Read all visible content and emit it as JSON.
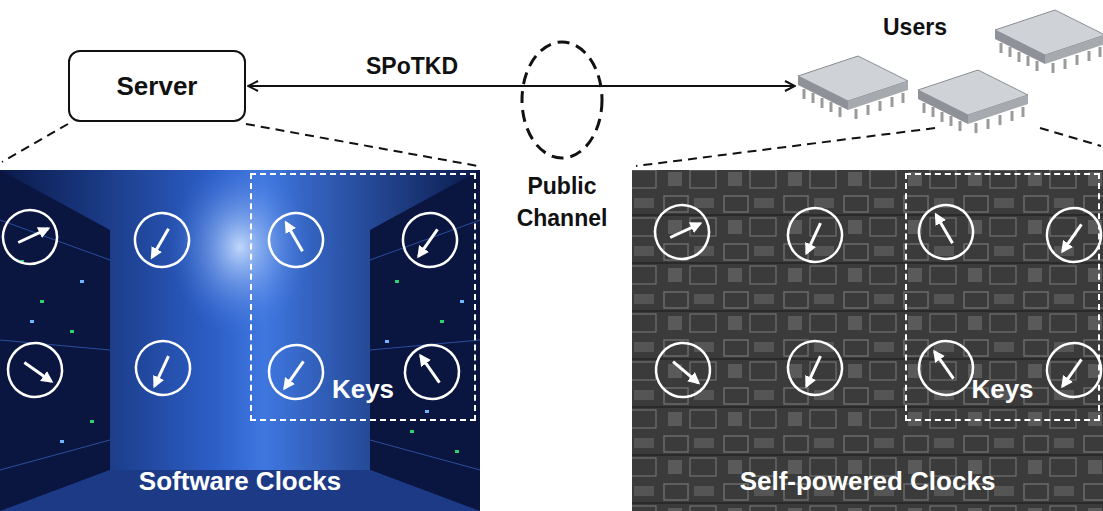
{
  "diagram": {
    "nodes": [
      {
        "text": [
          "Server"
        ]
      },
      {
        "text": [
          "Users"
        ]
      },
      {
        "text": [
          "Software Clocks"
        ]
      },
      {
        "text": [
          "Keys"
        ],
        "in": 2
      },
      {
        "text": [
          "Self-powered Clocks"
        ]
      },
      {
        "text": [
          "Keys"
        ],
        "in": 4
      }
    ],
    "edges": [
      {
        "from": 0,
        "to": 1,
        "arrow": "both",
        "label": "SPoTKD"
      }
    ],
    "labels": [
      "Public Channel"
    ]
  }
}
